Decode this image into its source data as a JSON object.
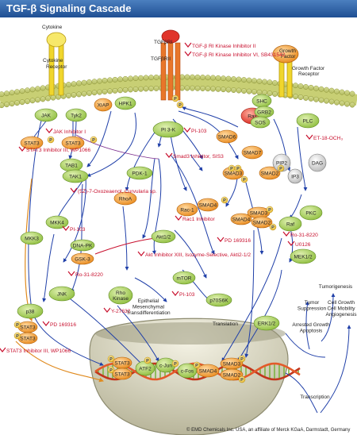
{
  "title": "TGF-β Signaling Cascade",
  "footer": "© EMD Chemicals Inc. USA, an affiliate of Merck KGaA, Darmstadt, Germany",
  "receptor_labels": {
    "cytokine": "Cytokine",
    "cytokine_receptor": "Cytokine\nReceptor",
    "tgfbri": "TGFβRI",
    "tgfbrii": "TGFβRII",
    "growth_factor": "Growth\nFactor",
    "growth_factor_receptor": "Growth Factor\nReceptor"
  },
  "nodes": {
    "jak": "JAK",
    "tyk2": "Tyk2",
    "xiap": "XIAP",
    "hpk1": "HPK1",
    "stat3_a": "STAT3",
    "stat3_b": "STAT3",
    "tab1": "TAB1",
    "tak1": "TAK1",
    "mkk4": "MKK4",
    "mkk3": "MKK3",
    "dna_pk": "DNA-PK",
    "gsk3": "GSK-3",
    "jnk": "JNK",
    "p38": "p38",
    "stat3_dimer_a": "STAT3",
    "stat3_dimer_b": "STAT3",
    "pi3k": "PI 3-K",
    "pdk1": "PDK-1",
    "rhoa": "RhoA",
    "rho_kinase": "Rho\nKinase",
    "akt": "Akt1/2",
    "mtor": "mTOR",
    "p70s6k": "p70S6K",
    "rac1": "Rac-1",
    "smad6": "SMAD6",
    "smad7": "SMAD7",
    "smad3": "SMAD3",
    "smad2": "SMAD2",
    "smad4": "SMAD4",
    "smad3_c": "SMAD3",
    "smad4_c": "SMAD4",
    "smad2_c": "SMAD2",
    "ras": "Ras",
    "shc": "SHC",
    "grb2": "GRB2",
    "sos": "SOS",
    "plc": "PLC",
    "pip2": "PIP2",
    "ip3": "IP3",
    "dag": "DAG",
    "pkc": "PKC",
    "raf": "Raf",
    "mek": "MEK1/2",
    "erk": "ERK1/2",
    "nuc_stat3_a": "STAT3",
    "nuc_stat3_b": "STAT3",
    "nuc_atf2": "ATF2",
    "nuc_cjun": "c-Jun",
    "nuc_cfos": "c-Fos",
    "nuc_smad4": "SMAD4",
    "nuc_smad3": "SMAD3",
    "nuc_smad2": "SMAD2",
    "p": "P"
  },
  "inhibitors": {
    "tgf_ri_ii": "TGF-β RI Kinase Inhibitor II",
    "tgf_ri_vi": "TGF-β RI Kinase Inhibitor VI, SB431542",
    "jak_inh": "JAK Inhibitor I",
    "stat3_inh_top": "STAT3 Inhibitor III, WP1066",
    "pi103_a": "PI-103",
    "smad3_inh": "Smad3 Inhibitor, SIS3",
    "et18": "ET-18-OCH₃",
    "oxo": "(5Z)-7-Oxozeaenol, Curvularia sp.",
    "pd169316_a": "PD 169316",
    "rac1_inh": "Rac1 Inhibitor",
    "pi103_b": "PI-103",
    "ro_a": "Ro-31-8220",
    "akt_inh": "Akt Inhibitor XIII, Isozyme-Selective, Akti2-1/2",
    "ro_b": "Ro-31-8220",
    "u0126": "U0126",
    "pi103_c": "PI-103",
    "y27632": "Y-27632",
    "pd169316_b": "PD 169316",
    "stat3_inh_bottom": "STAT3 Inhibitor III, WP1066"
  },
  "outcomes": {
    "emt": "Epithelial\nMesenchymal\nTransdifferentiation",
    "translation": "Translation",
    "tumorigenesis": "Tumorigenesis",
    "tumor_suppression": "Tumor\nSuppression",
    "cell_growth": "Cell Growth\nCell Mobility\nAngiogenesis",
    "arrested": "Arrested Growth\nApoptosis",
    "transcription": "Transcription"
  },
  "colors": {
    "green": "#a7cf5a",
    "orange": "#f29a2e",
    "red": "#e0342a",
    "blue": "#1f3fa8",
    "yellow": "#f3e03a",
    "inhibitor": "#c8102e"
  }
}
